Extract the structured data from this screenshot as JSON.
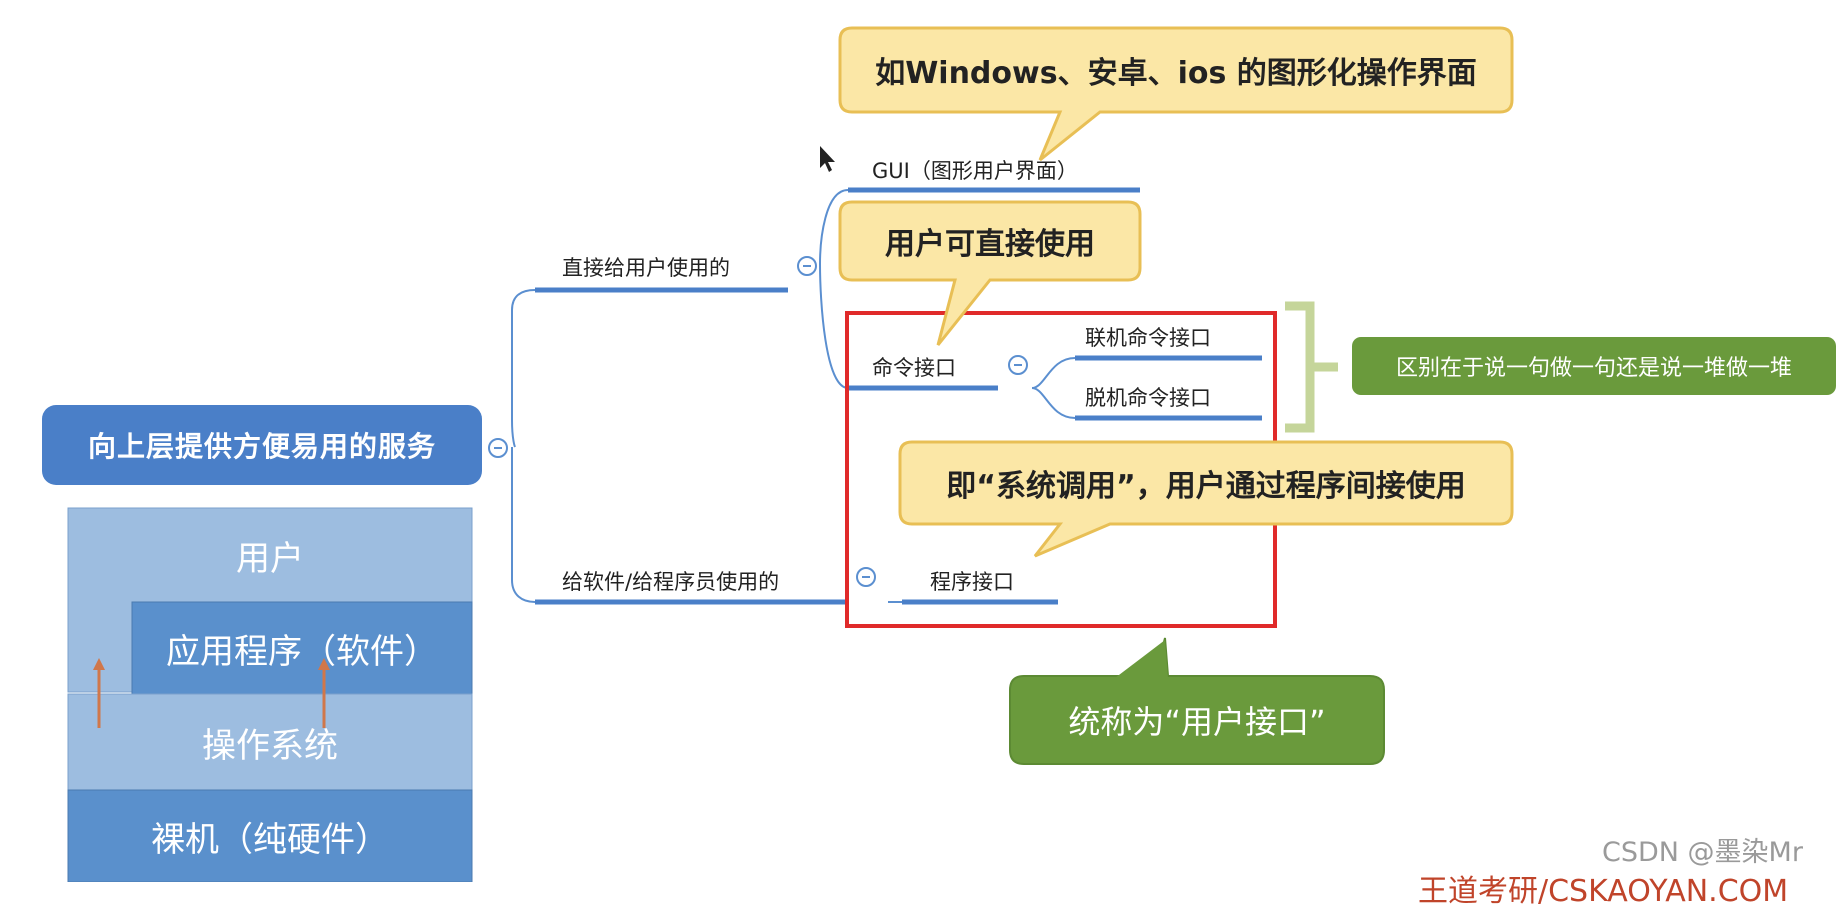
{
  "root": {
    "label": "向上层提供方便易用的服务"
  },
  "branches": {
    "direct": {
      "label": "直接给用户使用的"
    },
    "gui": {
      "label": "GUI（图形用户界面）"
    },
    "command": {
      "label": "命令接口"
    },
    "online_cmd": {
      "label": "联机命令接口"
    },
    "offline_cmd": {
      "label": "脱机命令接口"
    },
    "for_programs": {
      "label": "给软件/给程序员使用的"
    },
    "program_iface": {
      "label": "程序接口"
    }
  },
  "callouts": {
    "gui_note": "如Windows、安卓、ios 的图形化操作界面",
    "command_note": "用户可直接使用",
    "syscall_note": "即“系统调用”，用户通过程序间接使用",
    "diff_note": "区别在于说一句做一句还是说一堆做一堆",
    "summary_note": "统称为“用户接口”"
  },
  "layers": {
    "user": "用户",
    "apps": "应用程序（软件）",
    "os": "操作系统",
    "hardware": "裸机（纯硬件）"
  },
  "watermark": {
    "csdn": "CSDN @墨染Mr",
    "site": "王道考研/CSKAOYAN.COM"
  },
  "colors": {
    "root_blue": "#4a7fc8",
    "line_blue": "#4a7fc8",
    "callout_yellow": "#fbe7a6",
    "callout_border": "#e8bf55",
    "green": "#6a9a3c",
    "brace_green": "#c5d59a",
    "red_box": "#e02a2a",
    "layer_light": "#9dbde0",
    "layer_dark": "#5a90cc",
    "arrow_orange": "#d0774a"
  }
}
